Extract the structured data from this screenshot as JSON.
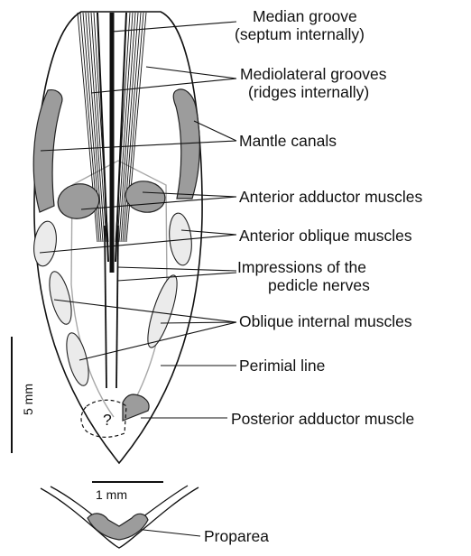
{
  "labels": {
    "median_groove_1": "Median groove",
    "median_groove_2": "(septum  internally)",
    "mediolateral_1": "Mediolateral grooves",
    "mediolateral_2": "(ridges internally)",
    "mantle_canals": "Mantle canals",
    "anterior_adductor": "Anterior adductor muscles",
    "anterior_oblique": "Anterior oblique muscles",
    "pedicle_1": "Impressions of the",
    "pedicle_2": "pedicle nerves",
    "oblique_internal": "Oblique internal muscles",
    "perimial_line": "Perimial line",
    "posterior_adductor": "Posterior adductor muscle",
    "proparea": "Proparea",
    "question_mark": "?"
  },
  "scale_bars": {
    "main": "5 mm",
    "inset": "1 mm"
  },
  "colors": {
    "muscle_dark": "#9c9c9c",
    "muscle_light": "#ebebeb",
    "perimial": "#a8a8a8",
    "outline": "#111111"
  }
}
